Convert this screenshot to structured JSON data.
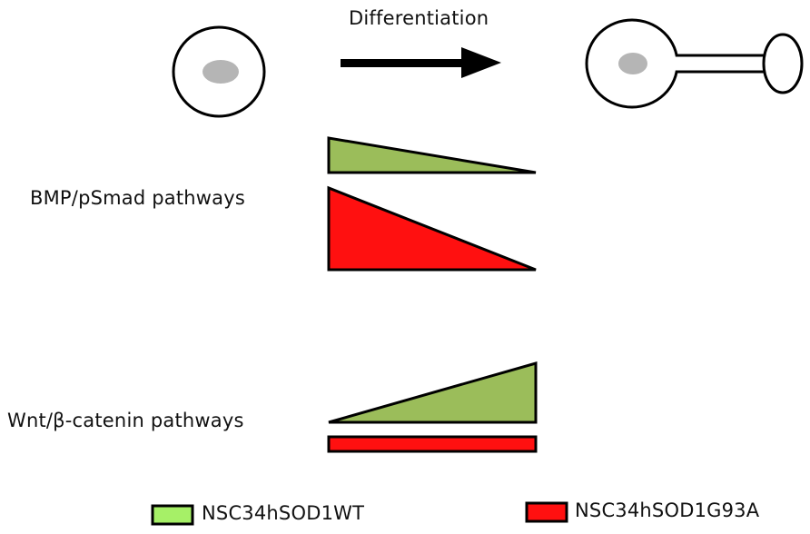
{
  "process": {
    "label": "Differentiation"
  },
  "pathways": [
    {
      "label": "BMP/pSmad pathways"
    },
    {
      "label": "Wnt/β-catenin pathways"
    }
  ],
  "legend": [
    {
      "label": "NSC34hSOD1WT",
      "color": "#a6f067"
    },
    {
      "label": "NSC34hSOD1G93A",
      "color": "#ff1010"
    }
  ],
  "colors": {
    "wt_fill": "#9bbd5a",
    "mutant_fill": "#ff1010",
    "nucleus": "#b5b5b5",
    "outline": "#000000"
  }
}
